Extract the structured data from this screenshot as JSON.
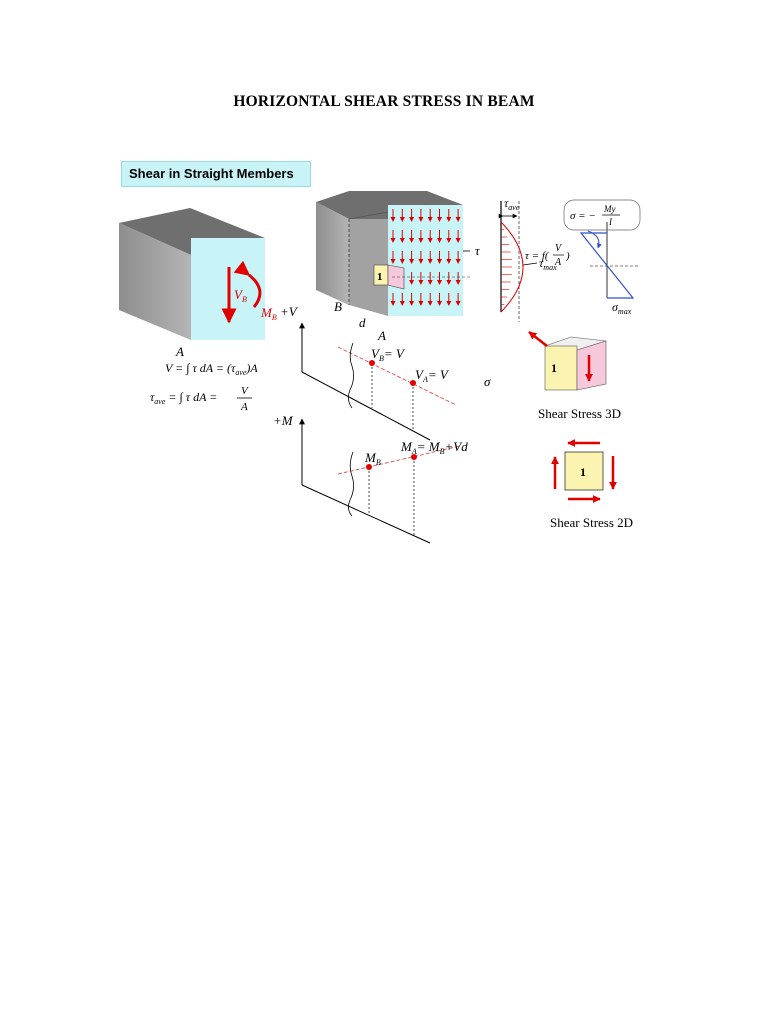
{
  "page": {
    "title": "HORIZONTAL SHEAR STRESS IN BEAM"
  },
  "banner": {
    "text": "Shear in Straight Members"
  },
  "colors": {
    "face": "#c8f4f8",
    "red": "#e00000",
    "blue": "#3050d0",
    "cube_front": "#fbf3b0",
    "cube_side": "#f6c8dc"
  },
  "block1": {
    "vb_main": "V",
    "vb_sub": "B",
    "mb_main": "M",
    "mb_sub": "B",
    "a_label": "A"
  },
  "formulas": {
    "f1_lhs": "V",
    "f1_rhs": "= ∫ τ dA = (τ",
    "f1_sub": "ave",
    "f1_tail": ")A",
    "f2_lhs": "τ",
    "f2_lhs_sub": "ave",
    "f2_mid": "= ∫ τ dA =",
    "f2_num": "V",
    "f2_den": "A"
  },
  "block2": {
    "element_number": "1",
    "tau": "τ",
    "b_label": "B",
    "d_label": "d",
    "a_label": "A"
  },
  "shear_diagram": {
    "axis_label": "+V",
    "vb_main": "V",
    "vb_sub": "B",
    "vb_rhs": "= V",
    "va_main": "V",
    "va_sub": "A",
    "va_rhs": "= V",
    "sigma": "σ"
  },
  "moment_diagram": {
    "axis_label": "+M",
    "mb_main": "M",
    "mb_sub": "B",
    "ma_main": "M",
    "ma_sub": "A",
    "ma_eq": "= M",
    "ma_eq_sub": "B",
    "ma_tail": "+Vd"
  },
  "tau_distribution": {
    "tau_ave_main": "τ",
    "tau_ave_sub": "ave",
    "tau_f": "τ = f(",
    "tau_f_num": "V",
    "tau_f_den": "A",
    "tau_f_close": ")",
    "tau_max_main": "τ",
    "tau_max_sub": "max"
  },
  "sigma_distribution": {
    "sigma_eq": "σ = −",
    "num": "My",
    "den": "I",
    "sigma_max_main": "σ",
    "sigma_max_sub": "max"
  },
  "shear_3d": {
    "element_number": "1",
    "caption": "Shear Stress 3D"
  },
  "shear_2d": {
    "element_number": "1",
    "caption": "Shear Stress 2D"
  }
}
